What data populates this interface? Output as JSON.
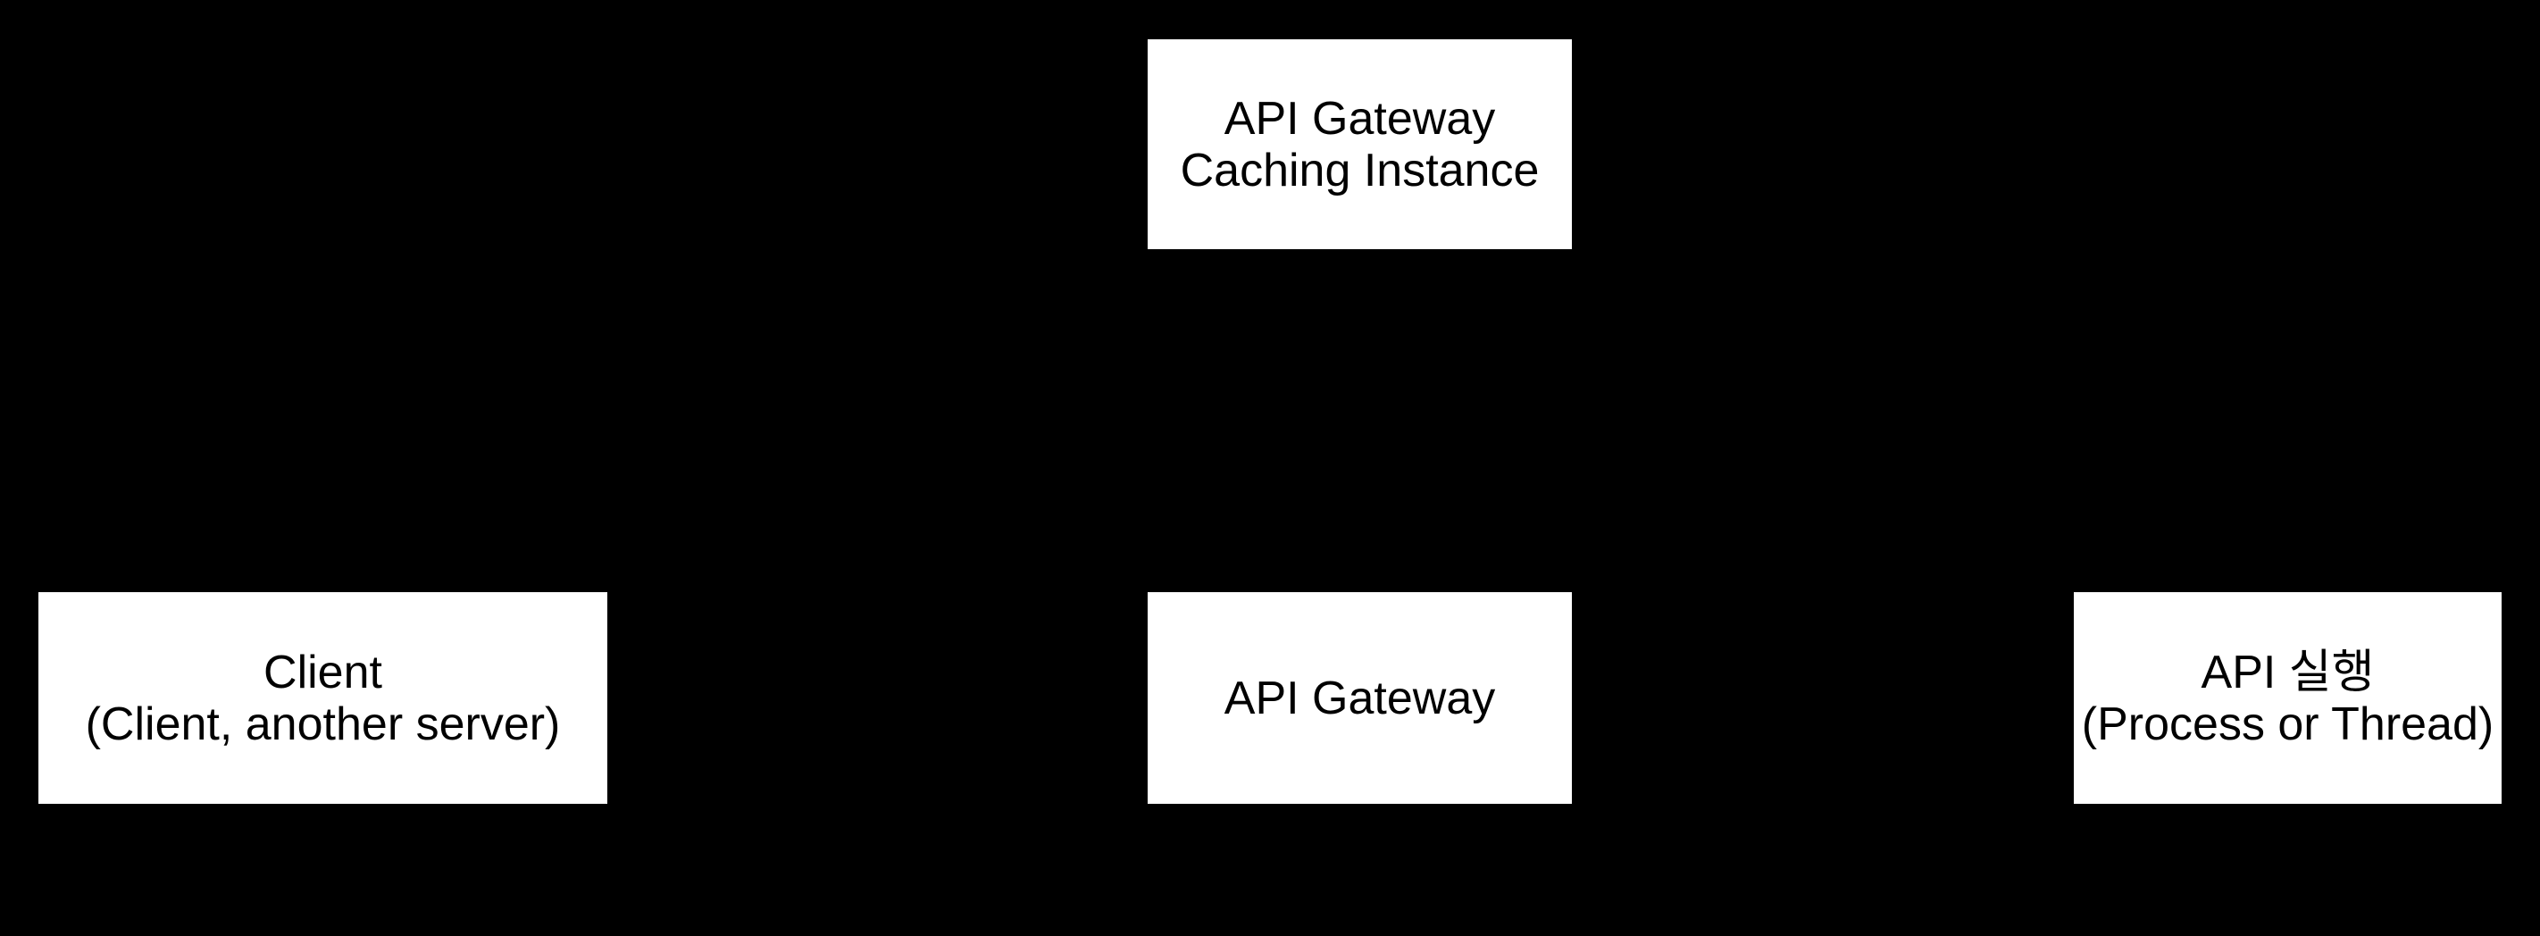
{
  "diagram": {
    "background_color": "#000000",
    "node_fill_color": "#ffffff",
    "node_text_color": "#000000",
    "nodes": {
      "caching_instance": {
        "line1": "API Gateway",
        "line2": "Caching Instance"
      },
      "client": {
        "line1": "Client",
        "line2": "(Client, another server)"
      },
      "api_gateway": {
        "line1": "API Gateway"
      },
      "api_execution": {
        "line1": "API 실행",
        "line2": "(Process or Thread)"
      }
    }
  }
}
